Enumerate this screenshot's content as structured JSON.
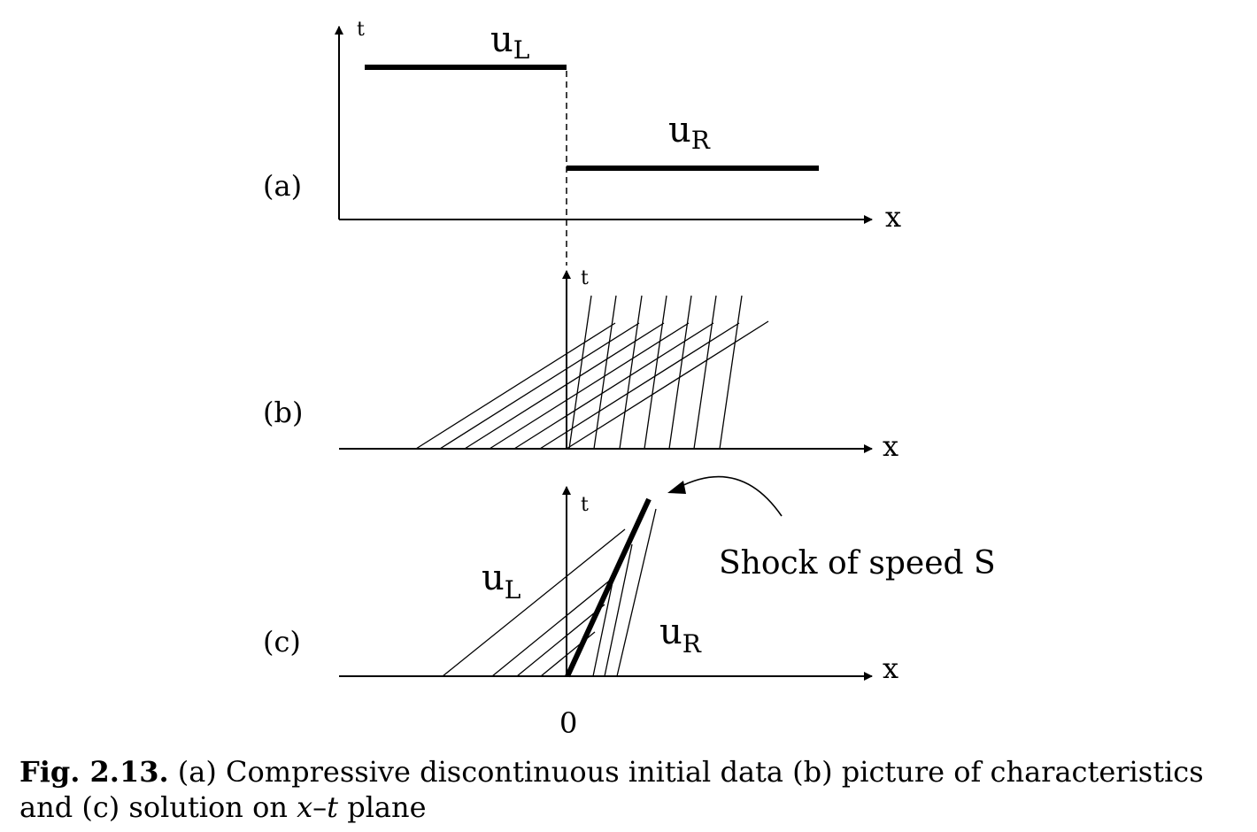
{
  "panels": {
    "a": {
      "label": "(a)",
      "t_axis": "t",
      "x_axis": "x",
      "u_left": "u",
      "u_left_sub": "L",
      "u_right": "u",
      "u_right_sub": "R"
    },
    "b": {
      "label": "(b)",
      "t_axis": "t",
      "x_axis": "x"
    },
    "c": {
      "label": "(c)",
      "t_axis": "t",
      "x_axis": "x",
      "u_left": "u",
      "u_left_sub": "L",
      "u_right": "u",
      "u_right_sub": "R",
      "shock_label": "Shock of speed S"
    }
  },
  "origin_label": "0",
  "caption": {
    "fig_label": "Fig. 2.13.",
    "part1": " (a) Compressive discontinuous initial data (b) picture of characteristics",
    "part2": "and (c) solution on ",
    "var_x": "x",
    "dash": "–",
    "var_t": "t",
    "part3": " plane"
  }
}
